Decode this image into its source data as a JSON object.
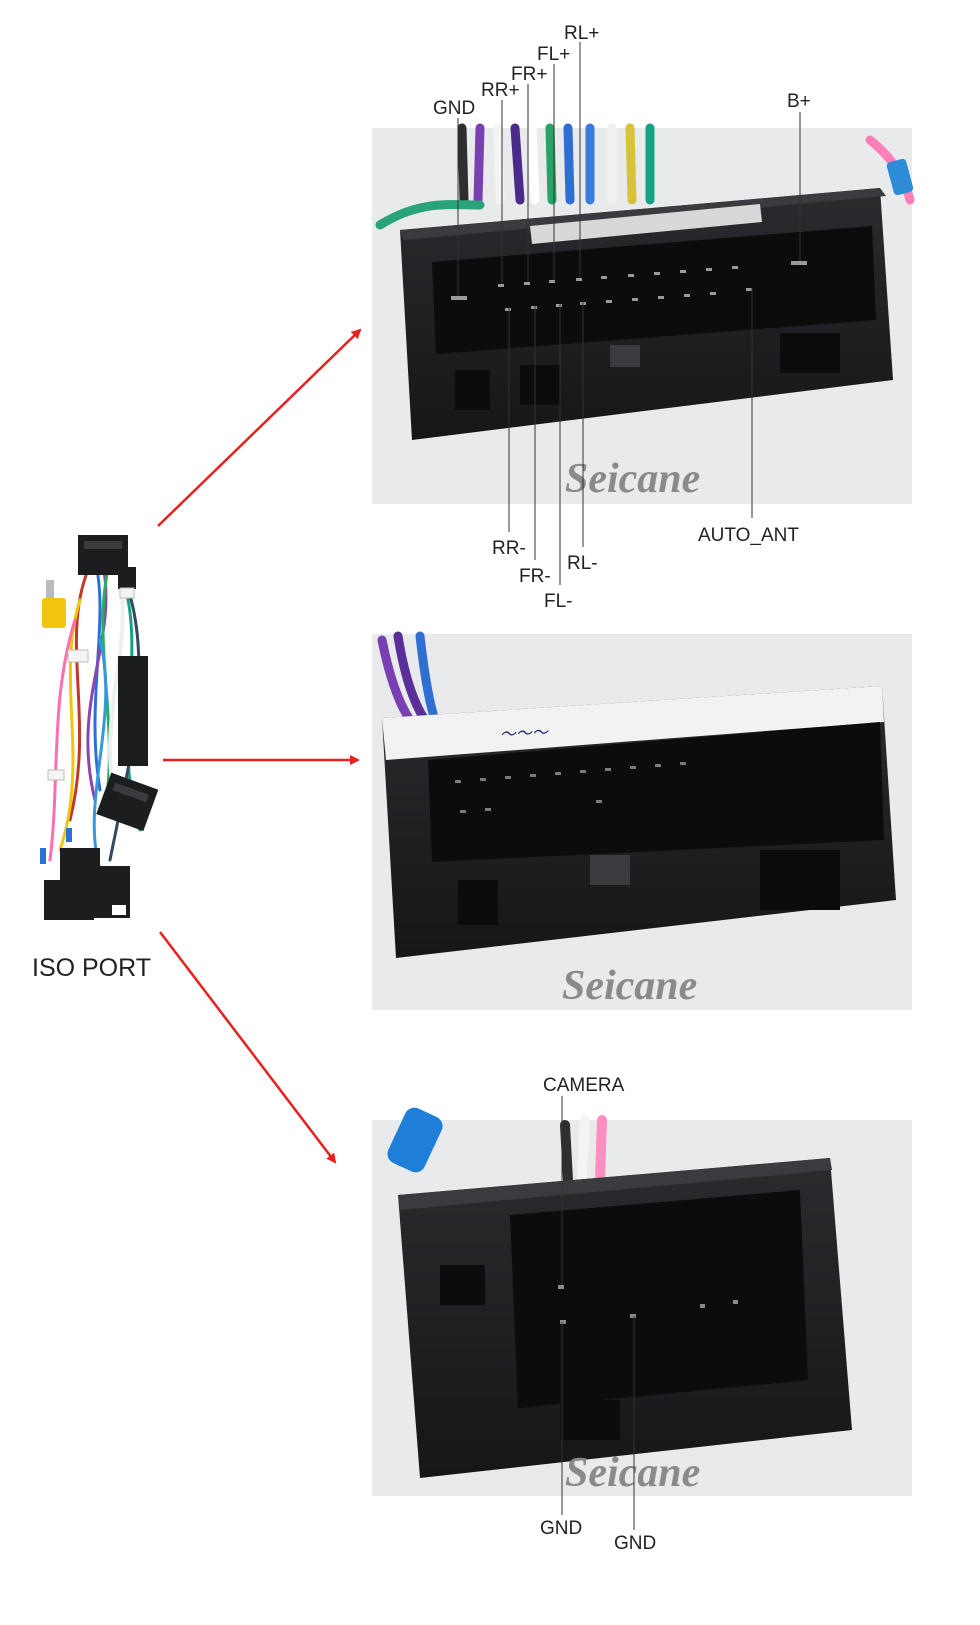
{
  "harness": {
    "label": "ISO PORT"
  },
  "watermark": "Seicane",
  "connector_1": {
    "top_pins": [
      "GND",
      "RR+",
      "FR+",
      "FL+",
      "RL+",
      "B+"
    ],
    "bottom_pins": [
      "RR-",
      "FR-",
      "FL-",
      "RL-",
      "AUTO_ANT"
    ]
  },
  "connector_2": {
    "pins": []
  },
  "connector_3": {
    "top_pins": [
      "CAMERA"
    ],
    "bottom_pins": [
      "GND",
      "GND"
    ]
  },
  "colors": {
    "arrow": "#e8201e",
    "photo_bg": "#e9eaec",
    "connector_body": "#1c1d1f",
    "leader_line": "#333333"
  }
}
